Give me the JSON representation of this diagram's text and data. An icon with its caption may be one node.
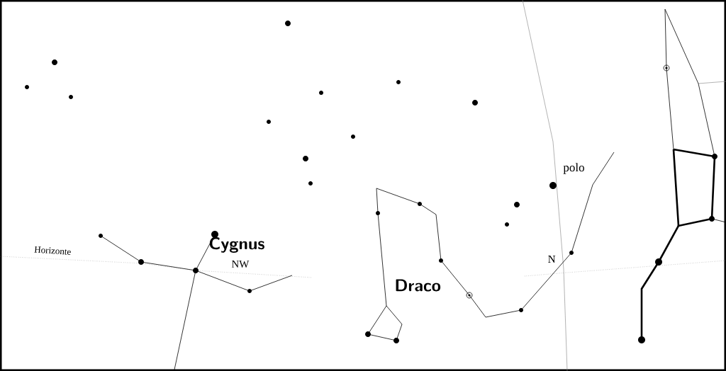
{
  "diagram": {
    "labels": [
      "polo",
      "Cygnus",
      "Horizonte",
      "N",
      "NW",
      "Draco"
    ]
  }
}
